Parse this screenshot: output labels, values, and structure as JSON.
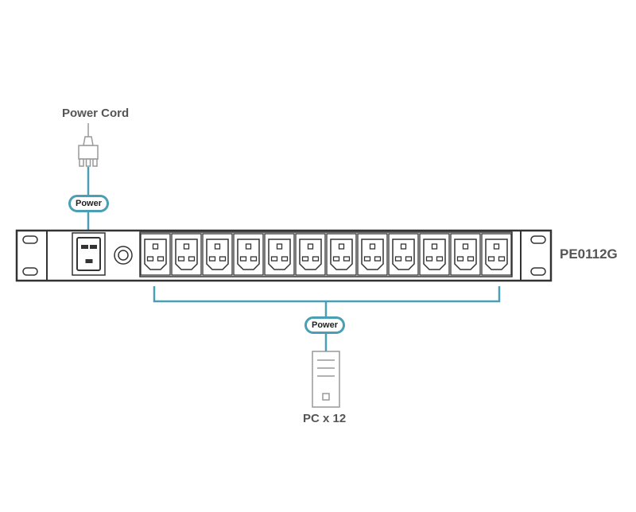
{
  "diagram": {
    "power_cord_label": "Power Cord",
    "model_label": "PE0112G",
    "pc_label": "PC x 12",
    "connection_top_label": "Power",
    "connection_bottom_label": "Power",
    "outlet_count": 12,
    "accent_color": "#4a9fb5",
    "outline_color": "#333333"
  }
}
